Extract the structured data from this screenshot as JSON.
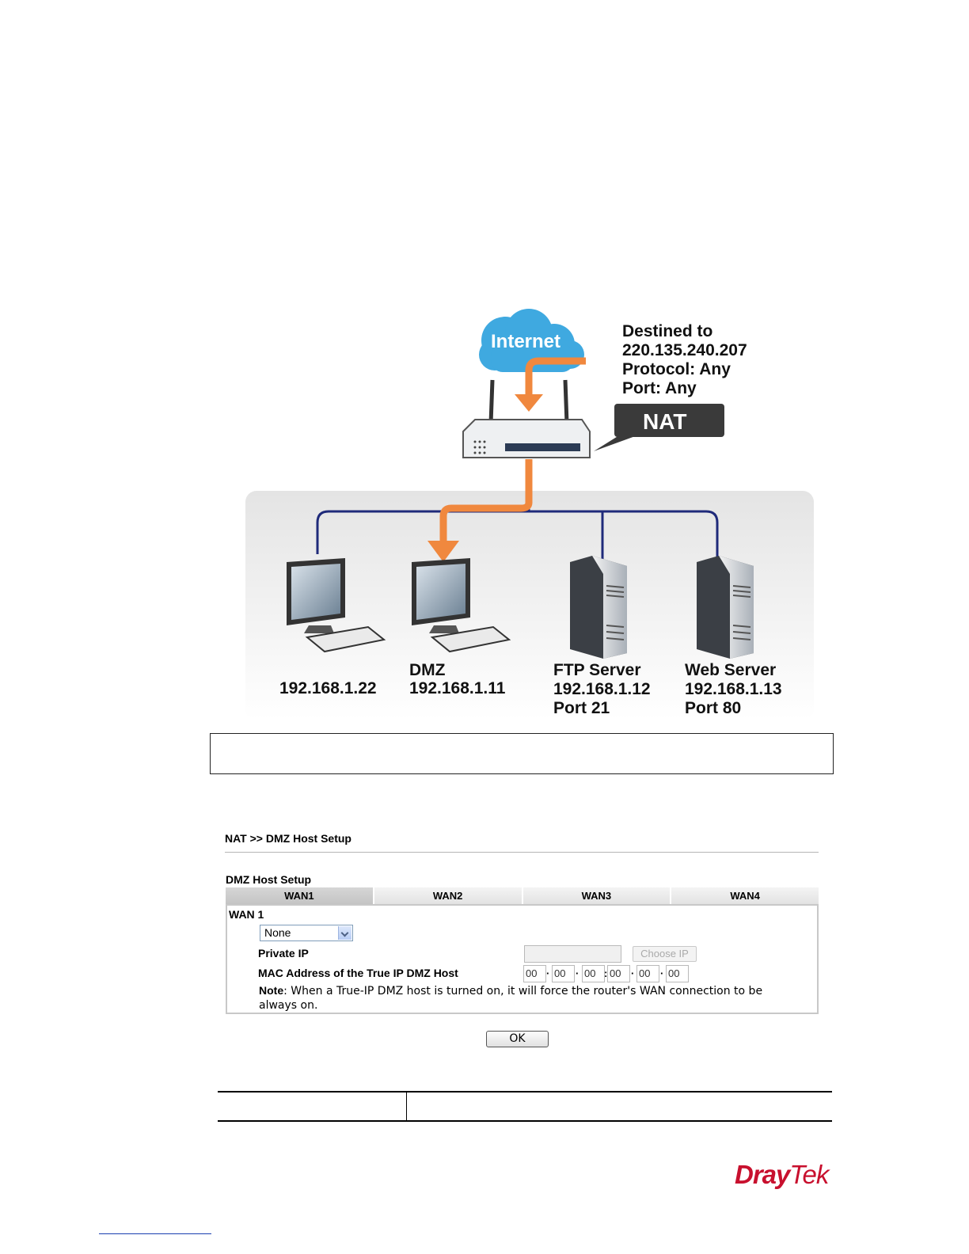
{
  "diagram": {
    "cloud_label": "Internet",
    "dest_lines": [
      "Destined to",
      "220.135.240.207",
      "Protocol: Any",
      "Port: Any"
    ],
    "nat_label": "NAT",
    "hosts": [
      {
        "lines": [
          "",
          "192.168.1.22"
        ]
      },
      {
        "lines": [
          "DMZ",
          "192.168.1.11"
        ]
      },
      {
        "lines": [
          "FTP Server",
          "192.168.1.12",
          "Port 21"
        ]
      },
      {
        "lines": [
          "Web Server",
          "192.168.1.13",
          "Port 80"
        ]
      }
    ],
    "colors": {
      "lan_line": "#1f2a7a",
      "arrow": "#f0883e",
      "cloud": "#3fa9e0",
      "nat_box": "#3a3a3a"
    }
  },
  "screen": {
    "breadcrumb": "NAT >> DMZ Host Setup",
    "section_title": "DMZ Host Setup",
    "tabs": [
      "WAN1",
      "WAN2",
      "WAN3",
      "WAN4"
    ],
    "wan_label": "WAN 1",
    "mode_selected": "None",
    "private_ip_label": "Private IP",
    "private_ip_value": "",
    "choose_ip_button": "Choose IP",
    "mac_label": "MAC Address of the True IP DMZ Host",
    "mac_values": [
      "00",
      "00",
      "00",
      "00",
      "00",
      "00"
    ],
    "note_label": "Note",
    "note_text": ": When a True-IP DMZ host is turned on, it will force the router's WAN connection to be always on.",
    "ok_button": "OK"
  },
  "footer": {
    "logo_bold": "Dray",
    "logo_light": "Tek"
  }
}
